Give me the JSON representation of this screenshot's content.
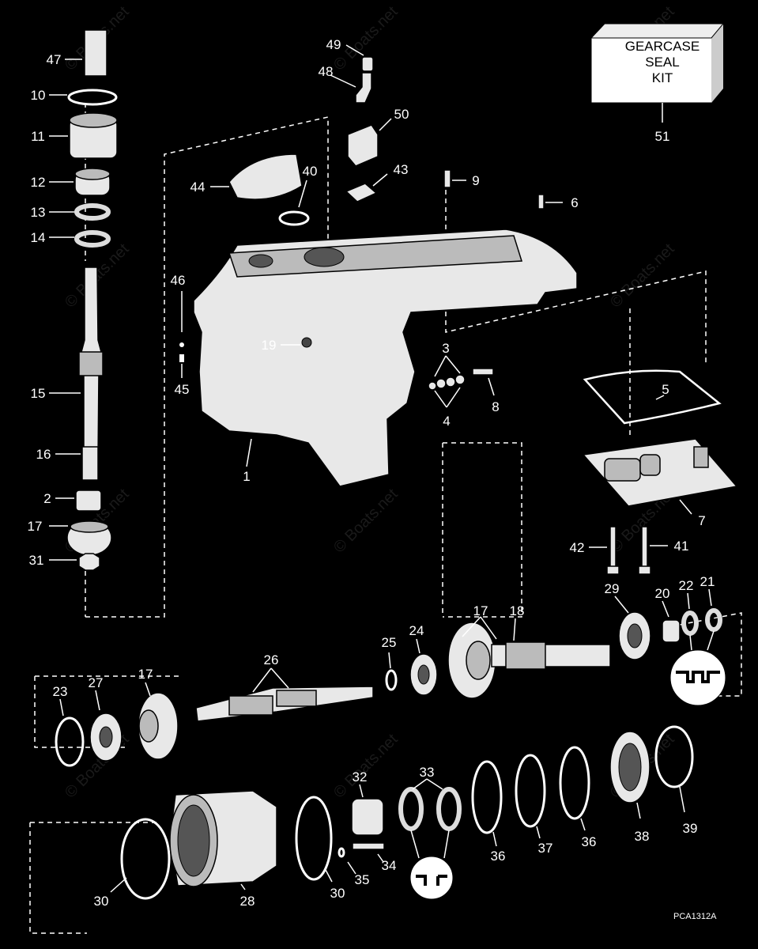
{
  "kit_box": {
    "lines": [
      "GEARCASE",
      "SEAL",
      "KIT"
    ],
    "number": "51"
  },
  "code": "PCA1312A",
  "watermark": "© Boats.net",
  "labels": {
    "l47": "47",
    "l10": "10",
    "l11": "11",
    "l12": "12",
    "l13": "13",
    "l14": "14",
    "l15": "15",
    "l16": "16",
    "l2": "2",
    "l17a": "17",
    "l31": "31",
    "l49": "49",
    "l48": "48",
    "l50": "50",
    "l43": "43",
    "l44": "44",
    "l40": "40",
    "l9": "9",
    "l6": "6",
    "l46": "46",
    "l45": "45",
    "l19": "19",
    "l1": "1",
    "l3": "3",
    "l4": "4",
    "l8": "8",
    "l5": "5",
    "l7": "7",
    "l42": "42",
    "l41": "41",
    "l29": "29",
    "l20": "20",
    "l22": "22",
    "l21": "21",
    "l17b": "17",
    "l18": "18",
    "l24": "24",
    "l25": "25",
    "l26": "26",
    "l23": "23",
    "l27": "27",
    "l17c": "17",
    "l32": "32",
    "l33": "33",
    "l34": "34",
    "l35": "35",
    "l36a": "36",
    "l37": "37",
    "l36b": "36",
    "l38": "38",
    "l39": "39",
    "l30a": "30",
    "l28": "28",
    "l30b": "30"
  }
}
